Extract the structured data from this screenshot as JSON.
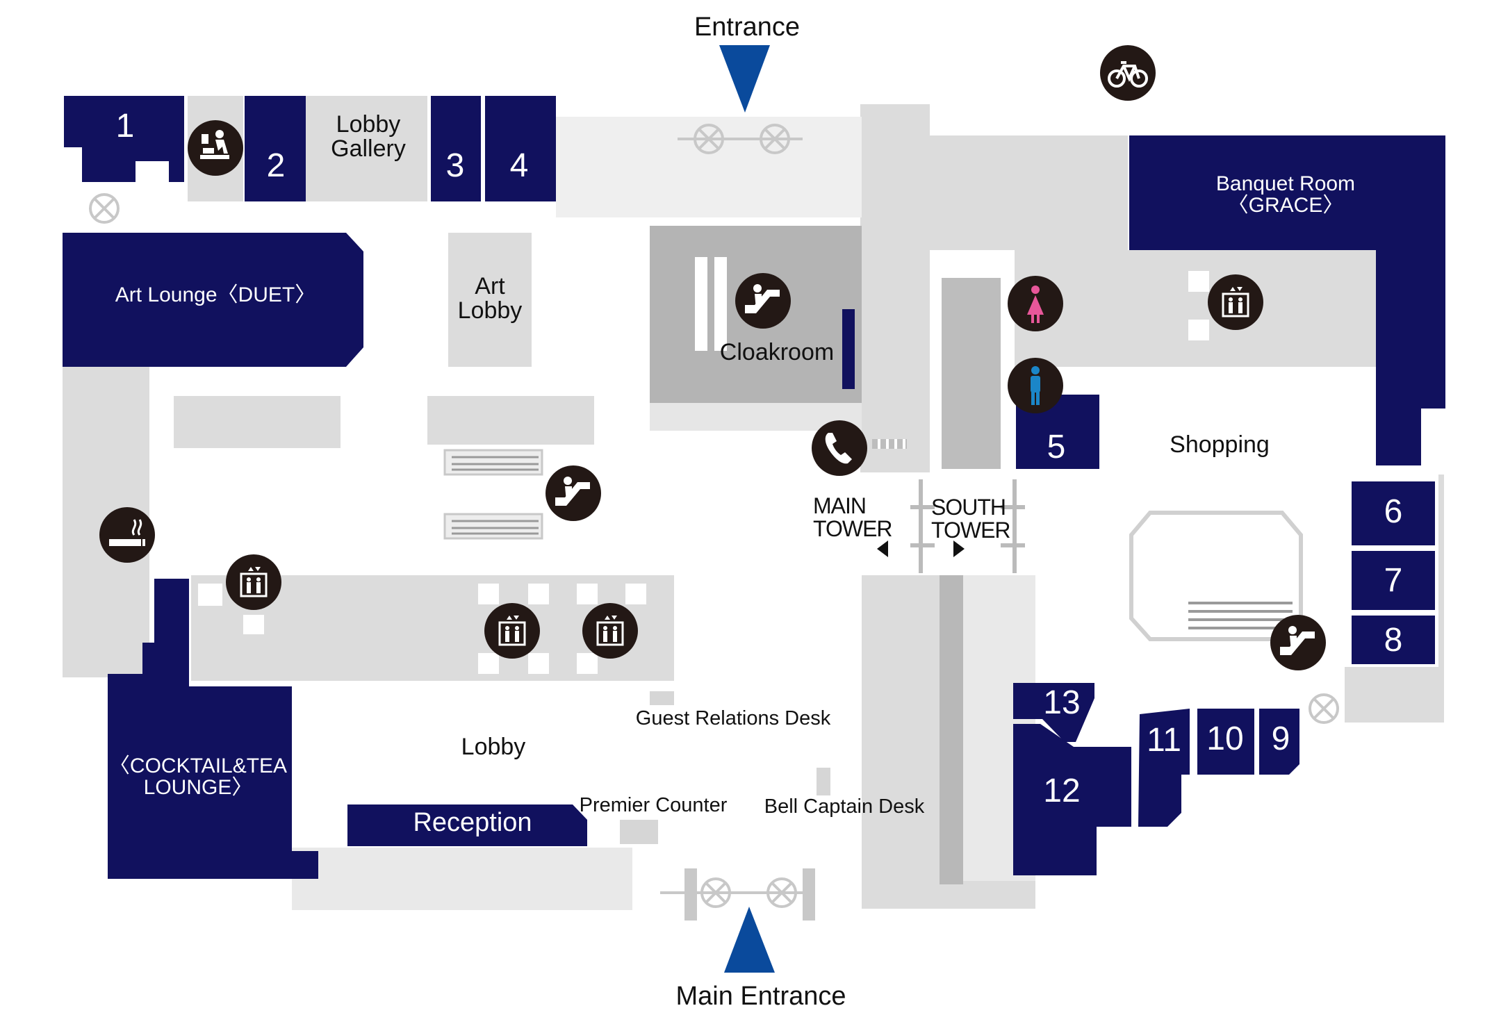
{
  "colors": {
    "room": "#11115e",
    "floor": "#dcdcdc",
    "floor_light": "#e7e7e7",
    "cloak": "#b4b4b4",
    "arrow": "#0a4a9c",
    "icon_bg": "#231815"
  },
  "entrances": {
    "top": "Entrance",
    "bottom": "Main Entrance"
  },
  "rooms": {
    "r1": "1",
    "r2": "2",
    "r3": "3",
    "r4": "4",
    "r5": "5",
    "r6": "6",
    "r7": "7",
    "r8": "8",
    "r9": "9",
    "r10": "10",
    "r11": "11",
    "r12": "12",
    "r13": "13",
    "banquet": "Banquet Room\n〈GRACE〉",
    "art_lounge": "Art Lounge〈DUET〉",
    "cocktail": "〈COCKTAIL&TEA\nLOUNGE〉",
    "reception": "Reception"
  },
  "areas": {
    "lobby_gallery": "Lobby\nGallery",
    "art_lobby": "Art\nLobby",
    "cloakroom": "Cloakroom",
    "shopping": "Shopping",
    "lobby": "Lobby",
    "guest_relations": "Guest Relations Desk",
    "premier_counter": "Premier Counter",
    "bell_captain": "Bell Captain Desk"
  },
  "towers": {
    "main": "MAIN\nTOWER",
    "south": "SOUTH\nTOWER"
  },
  "icons": [
    "bicycle-icon",
    "baby-changing-icon",
    "escalator-icon",
    "telephone-icon",
    "smoking-area-icon",
    "elevator-icon",
    "womens-restroom-icon",
    "mens-restroom-icon"
  ]
}
